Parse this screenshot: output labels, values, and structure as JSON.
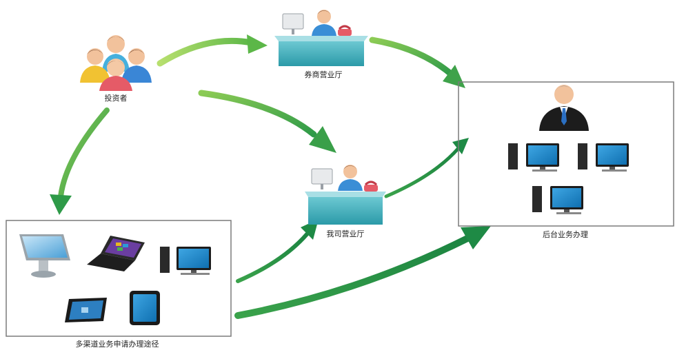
{
  "nodes": {
    "investor": {
      "label": "投资者",
      "icon": "people-group-icon"
    },
    "broker_hall": {
      "label": "券商营业厅",
      "icon": "service-desk-icon"
    },
    "company_hall": {
      "label": "我司营业厅",
      "icon": "service-desk-icon"
    },
    "backend": {
      "label": "后台业务办理",
      "icon": "manager-and-computers-icon"
    },
    "channels": {
      "label": "多渠道业务申请办理途径",
      "devices": [
        "kiosk-icon",
        "laptop-icon",
        "desktop-computer-icon",
        "tablet-icon",
        "tablet-portrait-icon"
      ]
    }
  },
  "colors": {
    "arrow_light": "#9bd25a",
    "arrow_dark": "#1e8a45",
    "desk": "#4fb3bf",
    "monitor": "#1a84c9",
    "box_border": "#7a7a7a"
  }
}
